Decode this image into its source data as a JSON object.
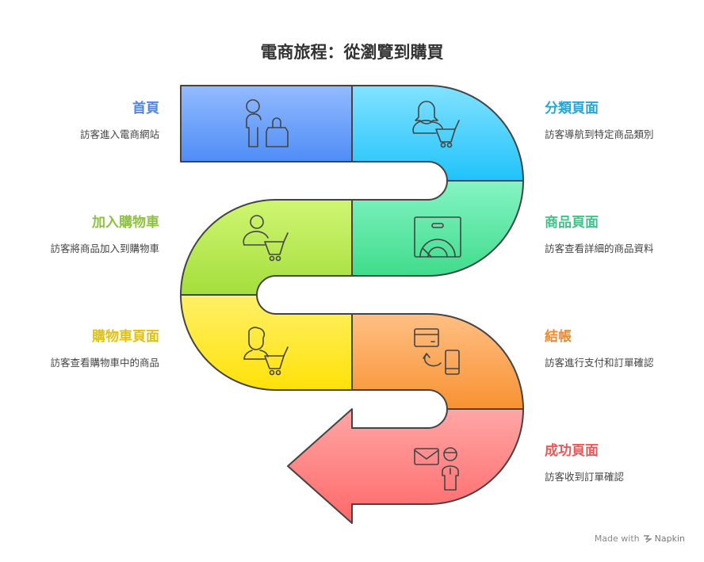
{
  "title": "電商旅程：從瀏覽到購買",
  "steps": [
    {
      "title": "首頁",
      "desc": "訪客進入電商網站",
      "color": "#4f86e6",
      "icon": "person-shopping-bag-icon"
    },
    {
      "title": "分類頁面",
      "desc": "訪客導航到特定商品類別",
      "color": "#22a8d8",
      "icon": "woman-cart-icon"
    },
    {
      "title": "商品頁面",
      "desc": "訪客查看詳細的商品資料",
      "color": "#3cc589",
      "icon": "product-box-icon"
    },
    {
      "title": "加入購物車",
      "desc": "訪客將商品加入到購物車",
      "color": "#8cc23c",
      "icon": "person-cart-icon"
    },
    {
      "title": "購物車頁面",
      "desc": "訪客查看購物車中的商品",
      "color": "#e0c20e",
      "icon": "man-cart-icon"
    },
    {
      "title": "結帳",
      "desc": "訪客進行支付和訂單確認",
      "color": "#ee8a30",
      "icon": "card-phone-payment-icon"
    },
    {
      "title": "成功頁面",
      "desc": "訪客收到訂單確認",
      "color": "#ee5757",
      "icon": "email-person-icon"
    }
  ],
  "footer": {
    "made_with": "Made with",
    "brand": "Napkin"
  }
}
